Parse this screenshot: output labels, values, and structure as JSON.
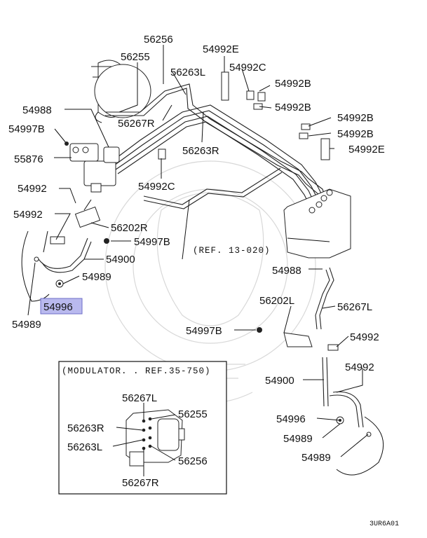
{
  "colors": {
    "highlight": "#b9b9ee",
    "line": "#111111",
    "watermark": "#d8d8d8"
  },
  "labels": {
    "l56256a": "56256",
    "l56255a": "56255",
    "l54992E_top": "54992E",
    "l56263L_top": "56263L",
    "l54992C_top": "54992C",
    "l54992B_1": "54992B",
    "l54992B_2": "54992B",
    "l54988_top": "54988",
    "l54997B_top": "54997B",
    "l56267R_top": "56267R",
    "l54992B_3": "54992B",
    "l54992B_4": "54992B",
    "l54992E_right": "54992E",
    "l56263R_top": "56263R",
    "l55876": "55876",
    "l54992C_mid": "54992C",
    "l54992_left1": "54992",
    "l54992_left2": "54992",
    "l56202R": "56202R",
    "l54997B_mid": "54997B",
    "l54900_left": "54900",
    "l54989_left": "54989",
    "l54996_hl": "54996",
    "l54989_bottom": "54989",
    "l54988_right": "54988",
    "l56202L": "56202L",
    "l56267L_right": "56267L",
    "l54997B_right": "54997B",
    "l54992_right1": "54992",
    "l54992_right2": "54992",
    "l54900_right": "54900",
    "l54996_right": "54996",
    "l54989_right1": "54989",
    "l54989_right2": "54989"
  },
  "ref_note": "(REF. 13-020)",
  "inset": {
    "title": "(MODULATOR. . REF.35-750)",
    "l56267L": "56267L",
    "l56255": "56255",
    "l56263R": "56263R",
    "l56263L": "56263L",
    "l56256": "56256",
    "l56267R": "56267R"
  },
  "diagram_code": "3UR6A01"
}
